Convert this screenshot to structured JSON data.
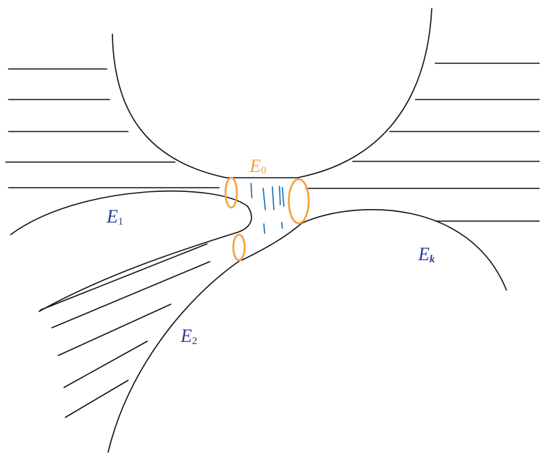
{
  "labels": {
    "e0": {
      "main": "E",
      "sub": "0"
    },
    "e1": {
      "main": "E",
      "sub": "1"
    },
    "e2": {
      "main": "E",
      "sub": "2"
    },
    "ek": {
      "main": "E",
      "sub": "k"
    }
  },
  "colors": {
    "outline": "#111111",
    "neck_rings": "#F5A03C",
    "label_e0": "#F5A03C",
    "end_labels": "#2B3990",
    "hatching": "#1C75BC"
  }
}
